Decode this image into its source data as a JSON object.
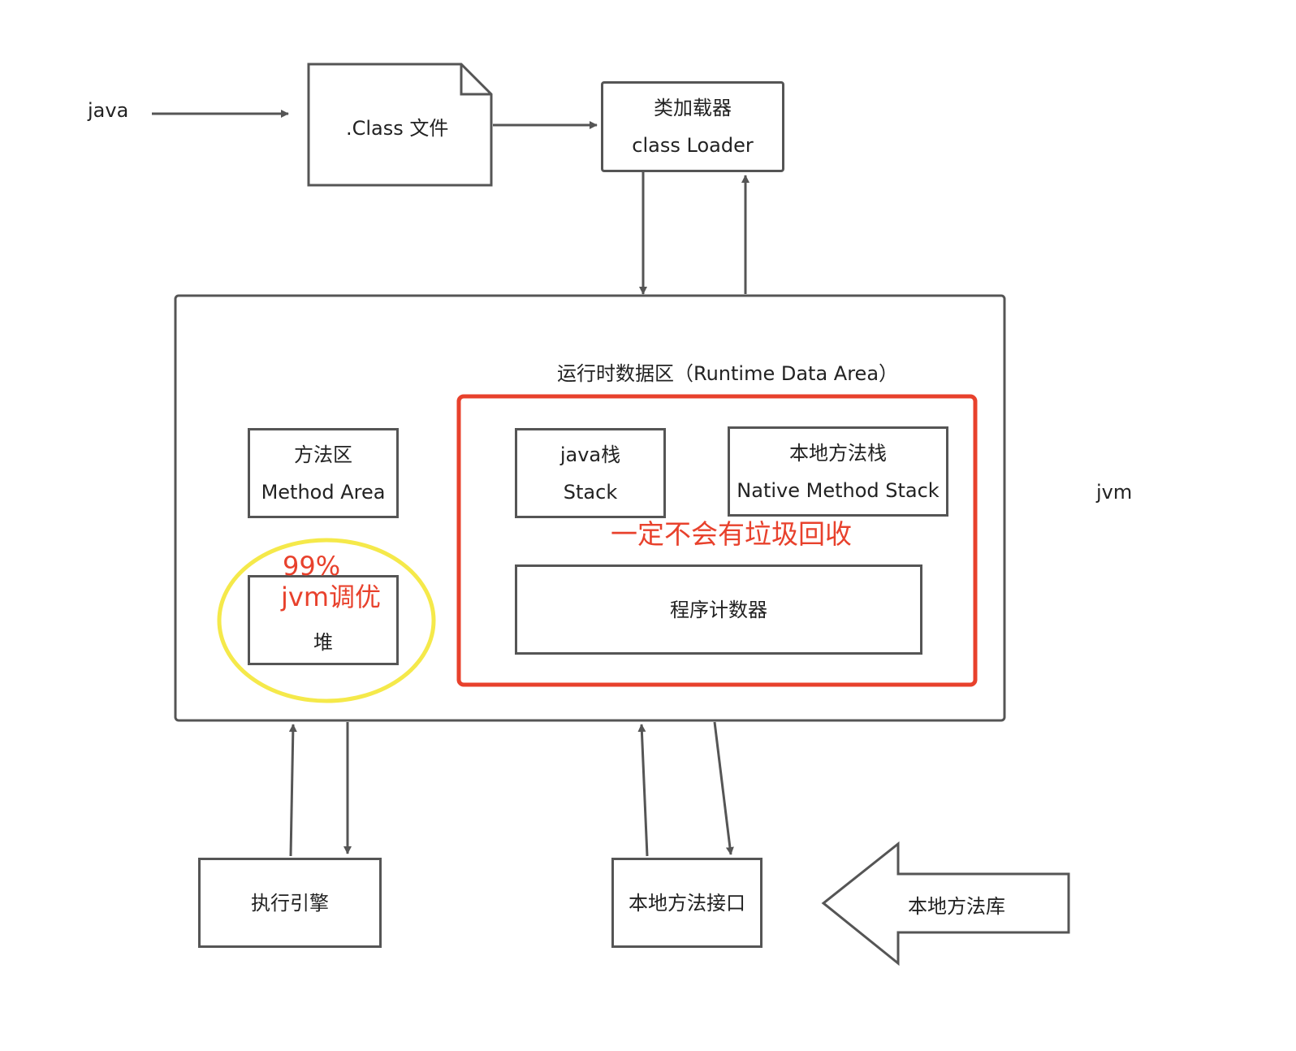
{
  "java_label": "java",
  "class_file": ".Class 文件",
  "class_loader": {
    "cn": "类加载器",
    "en": "class Loader"
  },
  "jvm_label": "jvm",
  "runtime_area_title": "运行时数据区（Runtime Data Area）",
  "method_area": {
    "cn": "方法区",
    "en": "Method Area"
  },
  "heap": "堆",
  "heap_note": {
    "line1": "99%",
    "line2": "jvm调优"
  },
  "java_stack": {
    "cn": "java栈",
    "en": "Stack"
  },
  "native_stack": {
    "cn": "本地方法栈",
    "en": "Native Method Stack"
  },
  "no_gc_note": "一定不会有垃圾回收",
  "program_counter": "程序计数器",
  "execution_engine": "执行引擎",
  "native_interface": "本地方法接口",
  "native_library": "本地方法库",
  "colors": {
    "stroke": "#555555",
    "highlight_red": "#e8412c",
    "highlight_yellow": "#f5e94a"
  }
}
